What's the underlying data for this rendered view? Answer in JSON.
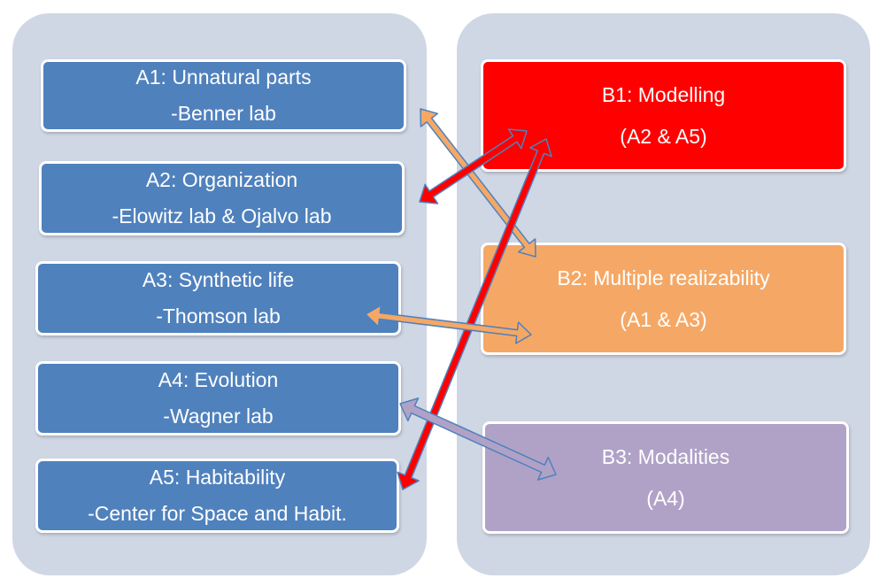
{
  "left_column": [
    {
      "title": "A1: Unnatural parts",
      "subtitle": "-Benner lab"
    },
    {
      "title": "A2: Organization",
      "subtitle": "-Elowitz lab & Ojalvo lab"
    },
    {
      "title": "A3: Synthetic life",
      "subtitle": "-Thomson lab"
    },
    {
      "title": "A4: Evolution",
      "subtitle": "-Wagner lab"
    },
    {
      "title": "A5: Habitability",
      "subtitle": "-Center for Space and Habit."
    }
  ],
  "right_column": [
    {
      "title": "B1: Modelling",
      "subtitle": "(A2 & A5)",
      "color": "#ff0000"
    },
    {
      "title": "B2: Multiple realizability",
      "subtitle": "(A1 & A3)",
      "color": "#f5a865"
    },
    {
      "title": "B3: Modalities",
      "subtitle": "(A4)",
      "color": "#b0a2c7"
    }
  ],
  "colors": {
    "panel": "#cfd6e4",
    "a_box": "#4f81bd",
    "arrow_outline": "#4f81bd"
  },
  "links": [
    {
      "from": "A1",
      "to": "B2",
      "color": "#f5a865"
    },
    {
      "from": "A2",
      "to": "B1",
      "color": "#ff0000"
    },
    {
      "from": "A5",
      "to": "B1",
      "color": "#ff0000"
    },
    {
      "from": "A3",
      "to": "B2",
      "color": "#f5a865"
    },
    {
      "from": "A4",
      "to": "B3",
      "color": "#b0a2c7"
    }
  ]
}
